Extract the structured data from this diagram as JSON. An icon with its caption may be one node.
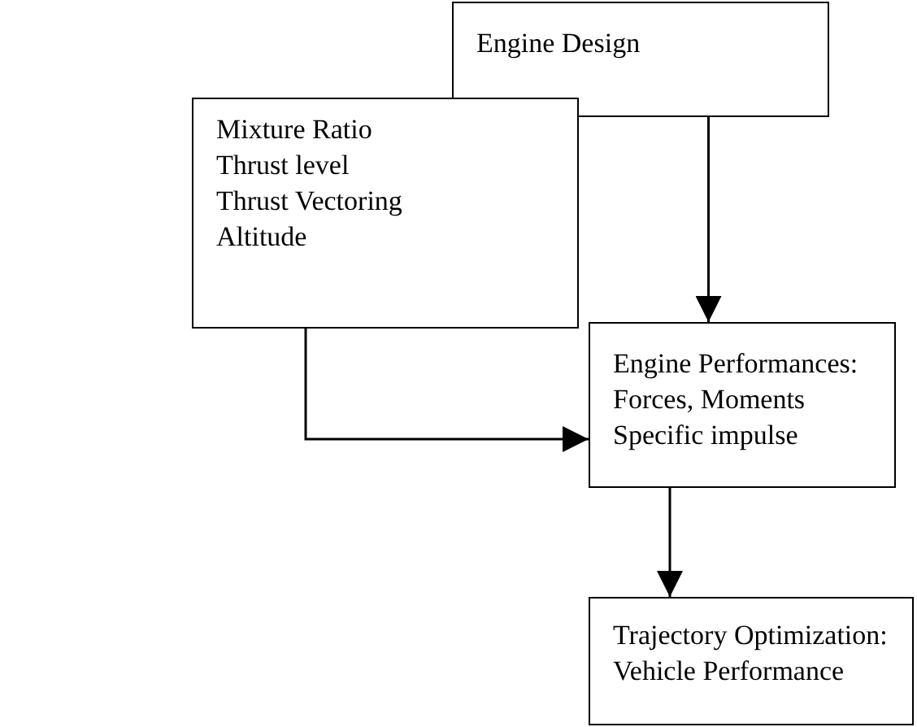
{
  "diagram": {
    "nodes": [
      {
        "text": [
          "Engine Design"
        ]
      },
      {
        "text": [
          "Mixture Ratio",
          "Thrust level",
          "Thrust Vectoring",
          "Altitude"
        ]
      },
      {
        "text": [
          "Engine Performances:",
          "Forces, Moments",
          "Specific impulse"
        ]
      },
      {
        "text": [
          "Trajectory Optimization:",
          "Vehicle Performance"
        ]
      }
    ],
    "edges": [
      {
        "from": 0,
        "to": 2,
        "arrow": "to"
      },
      {
        "from": 1,
        "to": 2,
        "arrow": "to"
      },
      {
        "from": 2,
        "to": 3,
        "arrow": "to"
      }
    ]
  }
}
